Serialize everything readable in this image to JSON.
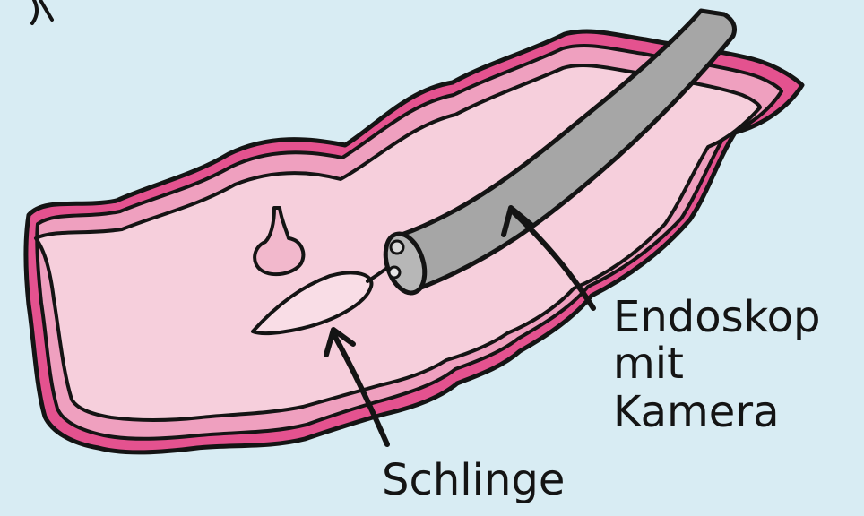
{
  "labels": {
    "endoscope_line1": "Endoskop",
    "endoscope_line2": "mit",
    "endoscope_line3": "Kamera",
    "snare": "Schlinge"
  },
  "colors": {
    "background": "#d8ecf3",
    "outer_wall": "#e4528f",
    "middle_wall": "#efa0bf",
    "inner_lumen": "#f6cfdc",
    "endoscope": "#a6a6a6",
    "outline": "#141414"
  }
}
